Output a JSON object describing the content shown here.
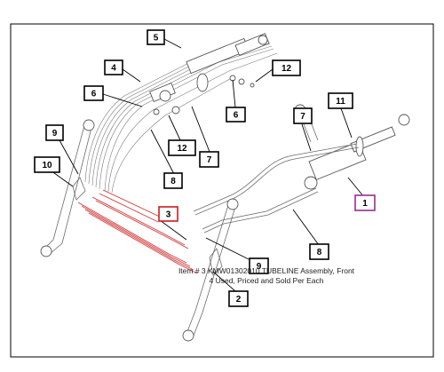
{
  "callouts": [
    {
      "id": "c5",
      "label": "5",
      "variant": "normal"
    },
    {
      "id": "c4",
      "label": "4",
      "variant": "normal"
    },
    {
      "id": "c12a",
      "label": "12",
      "variant": "normal"
    },
    {
      "id": "c6a",
      "label": "6",
      "variant": "normal"
    },
    {
      "id": "c6b",
      "label": "6",
      "variant": "normal"
    },
    {
      "id": "c7a",
      "label": "7",
      "variant": "normal"
    },
    {
      "id": "c11",
      "label": "11",
      "variant": "normal"
    },
    {
      "id": "c9a",
      "label": "9",
      "variant": "normal"
    },
    {
      "id": "c12b",
      "label": "12",
      "variant": "normal"
    },
    {
      "id": "c7b",
      "label": "7",
      "variant": "normal"
    },
    {
      "id": "c10",
      "label": "10",
      "variant": "normal"
    },
    {
      "id": "c8a",
      "label": "8",
      "variant": "normal"
    },
    {
      "id": "c1",
      "label": "1",
      "variant": "purple"
    },
    {
      "id": "c3",
      "label": "3",
      "variant": "red"
    },
    {
      "id": "c8b",
      "label": "8",
      "variant": "normal"
    },
    {
      "id": "c9b",
      "label": "9",
      "variant": "normal"
    },
    {
      "id": "c2",
      "label": "2",
      "variant": "normal"
    }
  ],
  "item_note": {
    "line1": "Item # 3 KMW01302010 TUBELINE Assembly, Front",
    "line2": "4 Used, Priced and Sold Per Each"
  }
}
